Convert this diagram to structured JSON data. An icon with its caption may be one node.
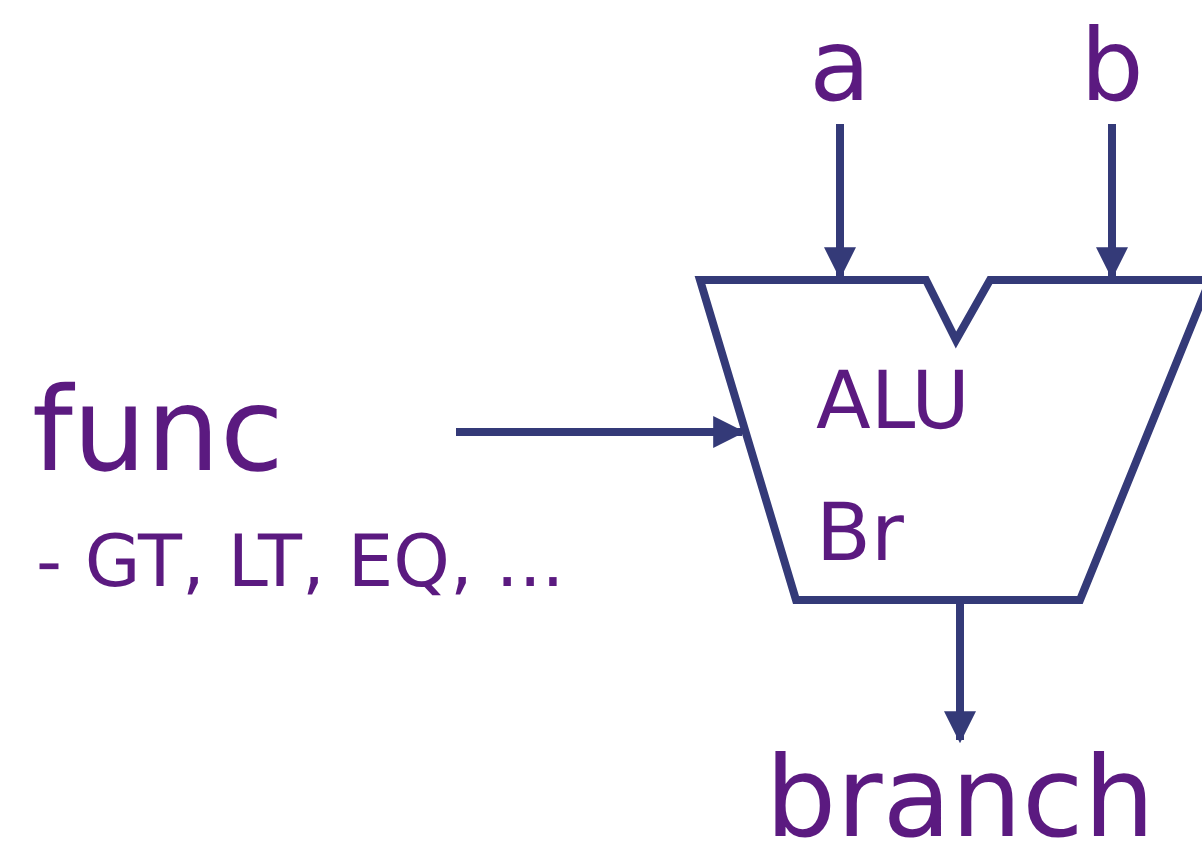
{
  "diagram": {
    "nodes": [
      {
        "text": [
          "a"
        ]
      },
      {
        "text": [
          "b"
        ]
      },
      {
        "text": [
          "ALU Br"
        ]
      },
      {
        "text": [
          "func"
        ],
        "beside": [
          "- GT, LT, EQ, ..."
        ]
      },
      {
        "text": [
          "branch"
        ]
      }
    ],
    "edges": [
      {
        "from": 0,
        "to": 2,
        "arrow": "to"
      },
      {
        "from": 1,
        "to": 2,
        "arrow": "to"
      },
      {
        "from": 3,
        "to": 2,
        "arrow": "to"
      },
      {
        "from": 2,
        "to": 4,
        "arrow": "to"
      }
    ]
  }
}
